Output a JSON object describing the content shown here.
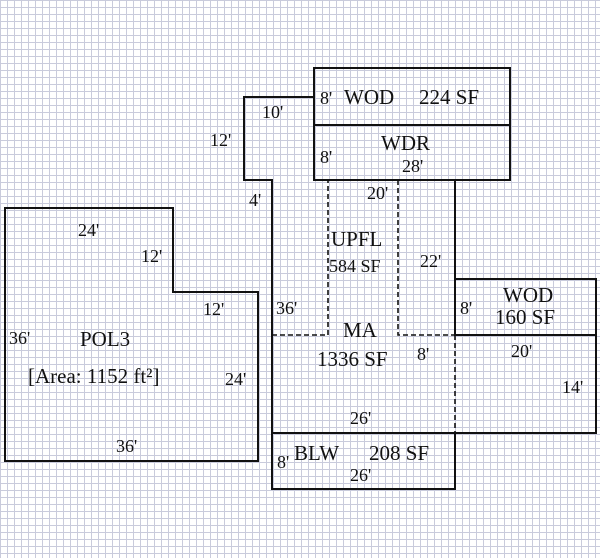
{
  "areas": {
    "wod_top": {
      "name": "WOD",
      "area": "224 SF",
      "dim_side": "8'"
    },
    "wdr": {
      "name": "WDR",
      "dim_side": "8'",
      "dim_len": "28'"
    },
    "upfl": {
      "name": "UPFL",
      "area": "584 SF",
      "dim_top": "20'"
    },
    "ma": {
      "name": "MA",
      "area": "1336 SF",
      "d_10": "10'",
      "d_12": "12'",
      "d_4": "4'",
      "d_36": "36'",
      "d_22": "22'",
      "d_8": "8'",
      "d_26": "26'"
    },
    "wod_right": {
      "name": "WOD",
      "area": "160 SF",
      "dim_side": "8'",
      "d_20": "20'",
      "d_14": "14'"
    },
    "blw": {
      "name": "BLW",
      "area": "208 SF",
      "dim_side": "8'",
      "dim_len": "26'"
    },
    "pol3": {
      "name": "POL3",
      "area": "[Area: 1152 ft²]",
      "d_top": "24'",
      "d_step_v": "12'",
      "d_step_h": "12'",
      "d_left": "36'",
      "d_right": "24'",
      "d_bottom": "36'"
    }
  }
}
